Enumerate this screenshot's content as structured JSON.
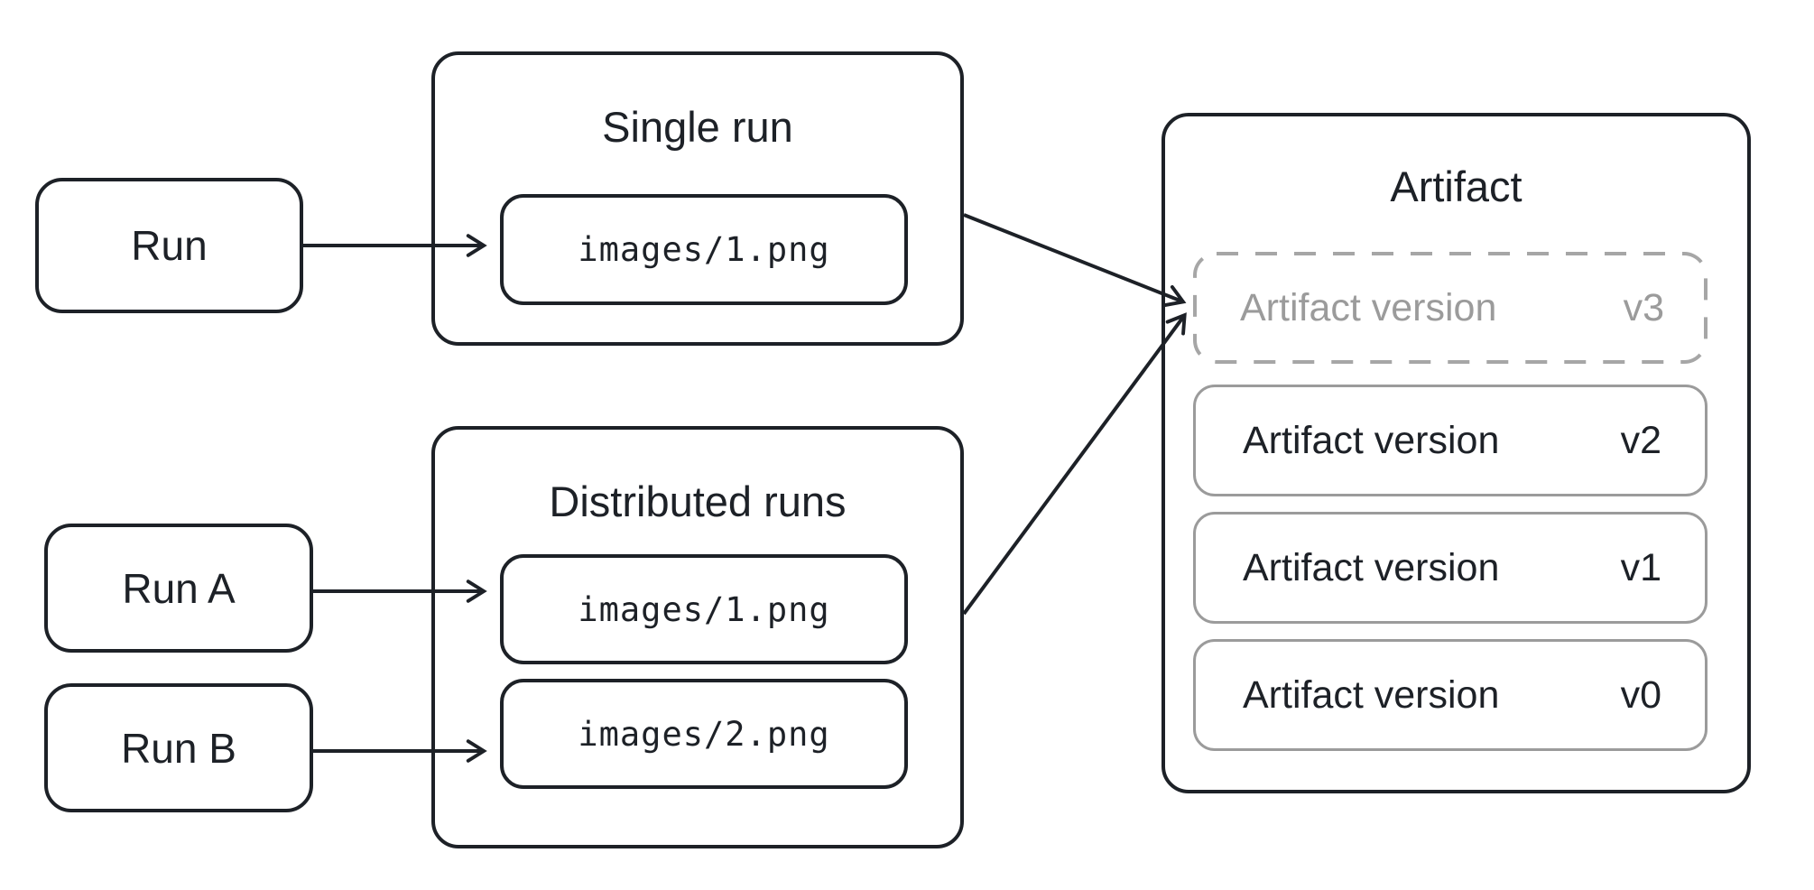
{
  "diagram": {
    "title_hint": "W&B artifact versioning diagram",
    "colors": {
      "ink": "#1d2127",
      "gray_border": "#9b9b9b",
      "gray_dash": "#a6a6a6",
      "gray_text": "#9b9b9b",
      "background": "#ffffff"
    },
    "run_node": {
      "label": "Run"
    },
    "run_a_node": {
      "label": "Run A"
    },
    "run_b_node": {
      "label": "Run B"
    },
    "single_run_group": {
      "title": "Single run",
      "file": "images/1.png"
    },
    "distributed_group": {
      "title": "Distributed runs",
      "file_1": "images/1.png",
      "file_2": "images/2.png"
    },
    "artifact_group": {
      "title": "Artifact",
      "versions": [
        {
          "label": "Artifact version",
          "version": "v3",
          "state": "pending"
        },
        {
          "label": "Artifact version",
          "version": "v2",
          "state": "committed"
        },
        {
          "label": "Artifact version",
          "version": "v1",
          "state": "committed"
        },
        {
          "label": "Artifact version",
          "version": "v0",
          "state": "committed"
        }
      ]
    },
    "edges": [
      "run-to-single-file",
      "run-a-to-file-1",
      "run-b-to-file-2",
      "single-run-to-artifact-version",
      "distributed-runs-to-artifact-version"
    ]
  }
}
